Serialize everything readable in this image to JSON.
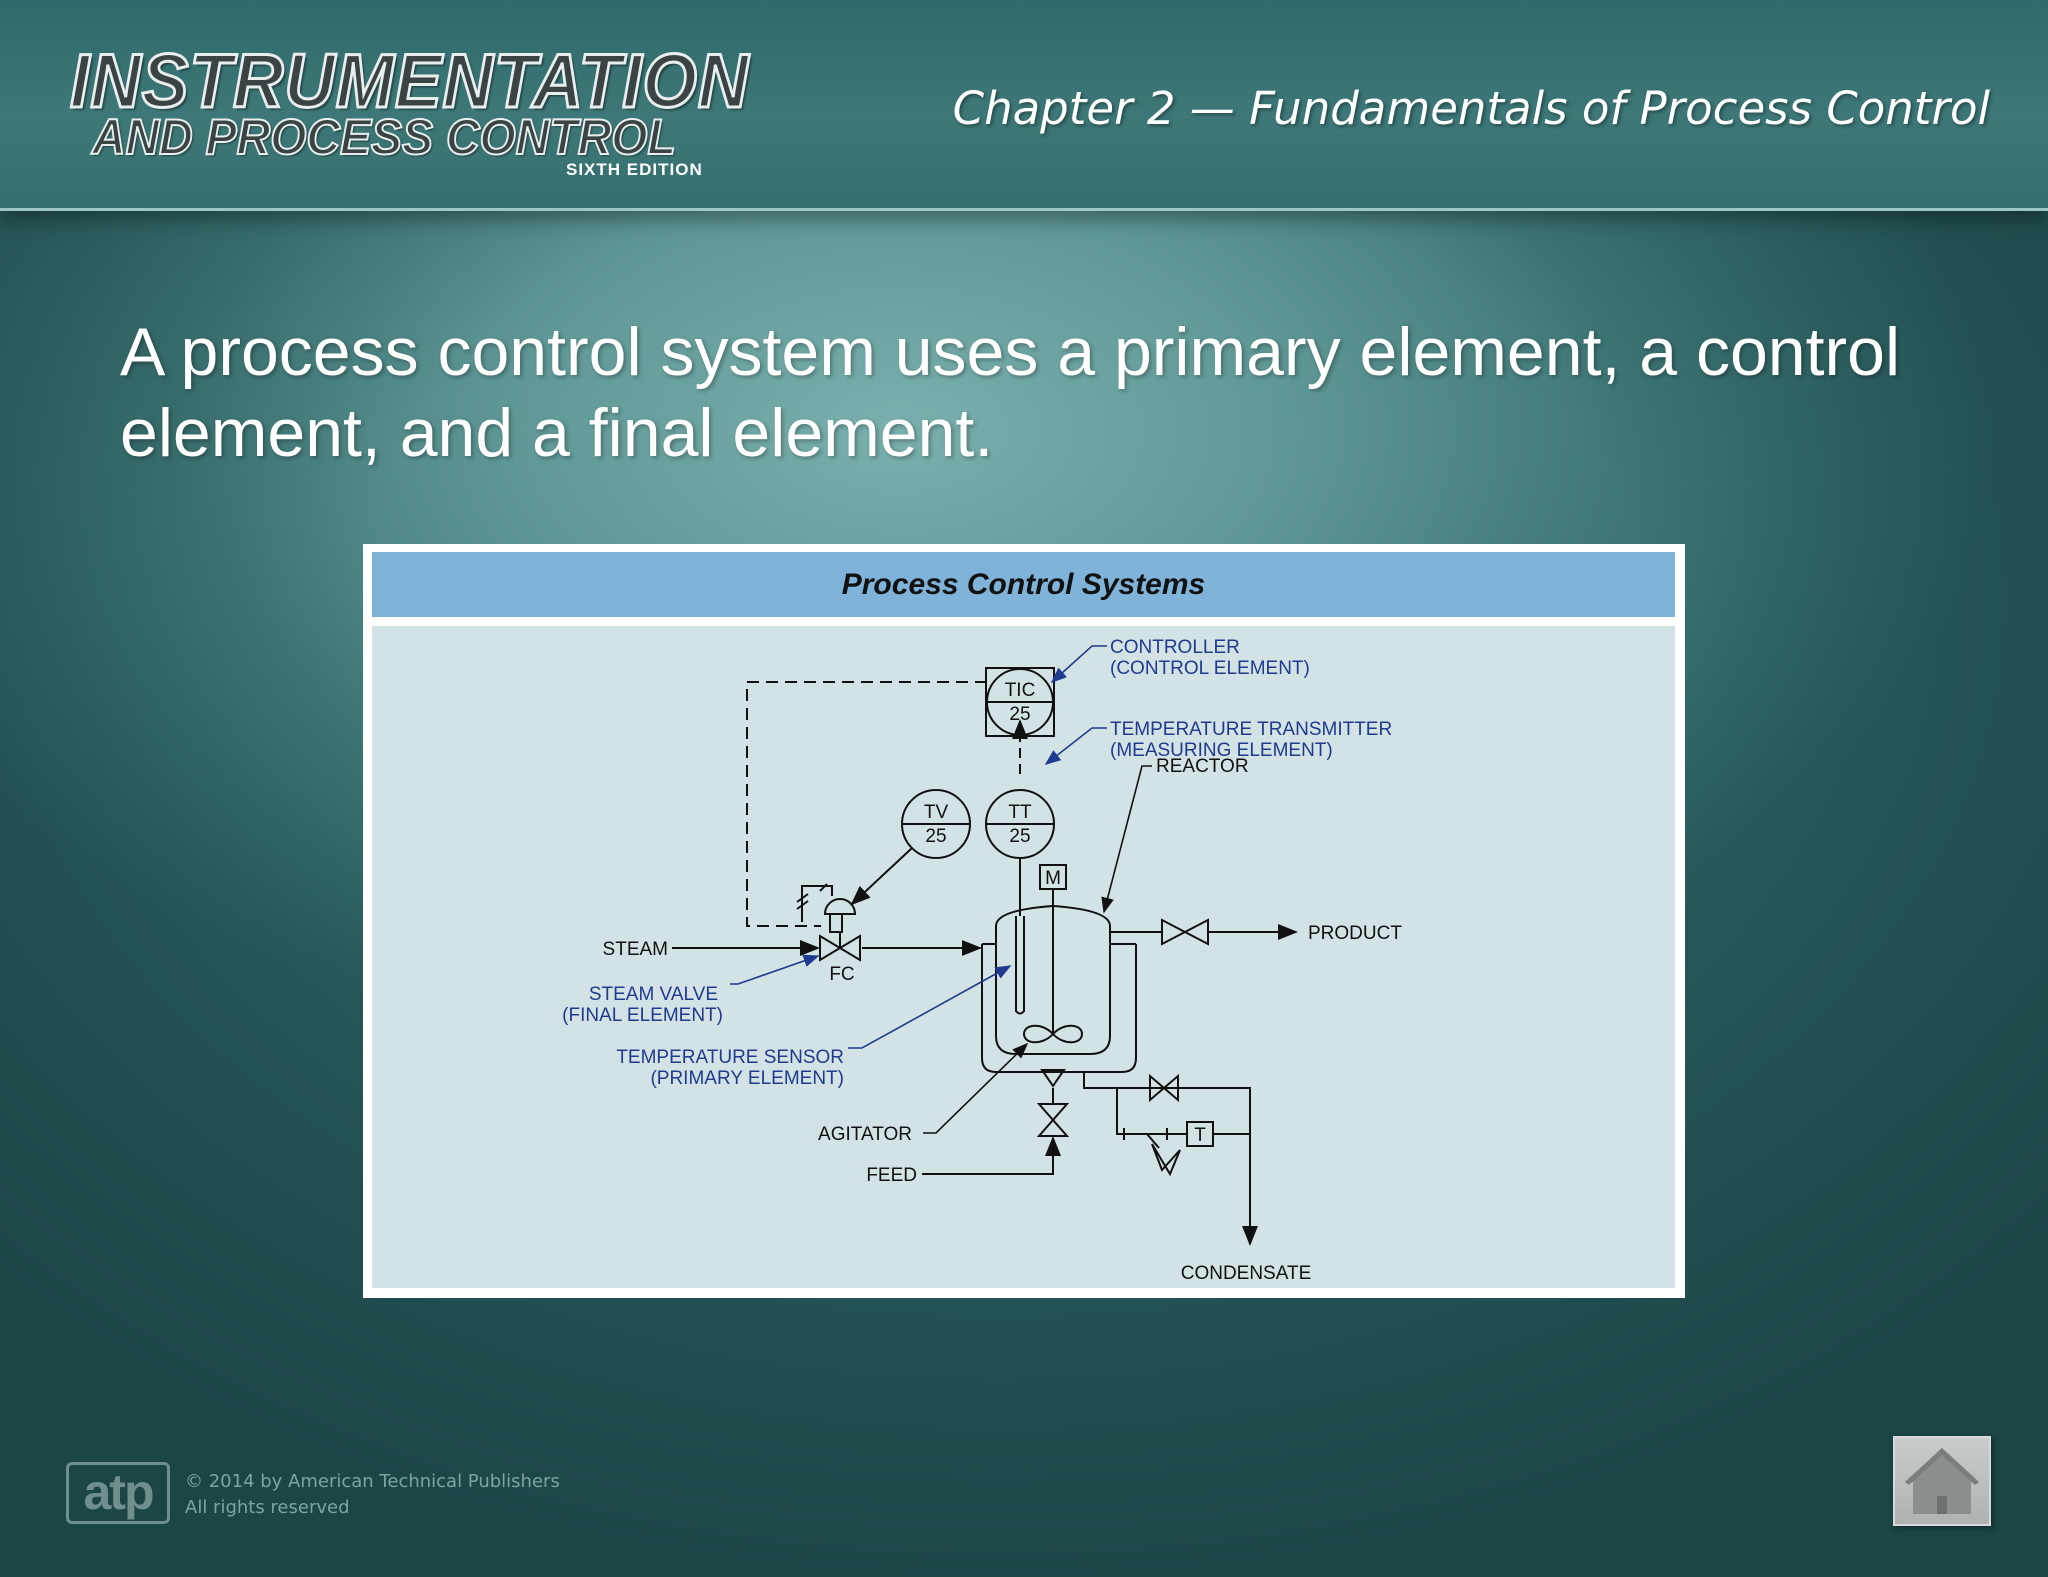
{
  "header": {
    "logo_line1": "INSTRUMENTATION",
    "logo_line2": "AND PROCESS CONTROL",
    "logo_edition": "SIXTH EDITION",
    "chapter_title": "Chapter 2 — Fundamentals of Process Control"
  },
  "slide": {
    "statement": "A process control system uses a primary element, a control element, and a final element."
  },
  "figure": {
    "title": "Process Control Systems",
    "labels": {
      "tic": "TIC",
      "tic_num": "25",
      "tv": "TV",
      "tv_num": "25",
      "tt": "TT",
      "tt_num": "25",
      "motor": "M",
      "trap": "T",
      "fc": "FC",
      "controller_1": "CONTROLLER",
      "controller_2": "(CONTROL ELEMENT)",
      "transmitter_1": "TEMPERATURE TRANSMITTER",
      "transmitter_2": "(MEASURING ELEMENT)",
      "reactor": "REACTOR",
      "product": "PRODUCT",
      "steam": "STEAM",
      "steam_valve_1": "STEAM VALVE",
      "steam_valve_2": "(FINAL ELEMENT)",
      "sensor_1": "TEMPERATURE SENSOR",
      "sensor_2": "(PRIMARY ELEMENT)",
      "agitator": "AGITATOR",
      "feed": "FEED",
      "condensate": "CONDENSATE"
    },
    "colors": {
      "callout": "#1f3a8f",
      "line": "#111111",
      "title_bar": "#7fb3d9",
      "panel": "#d3e3e5"
    }
  },
  "footer": {
    "publisher_logo": "atp",
    "copyright_line1": "© 2014 by American Technical Publishers",
    "copyright_line2": "All rights reserved",
    "home_icon": "home-icon"
  }
}
